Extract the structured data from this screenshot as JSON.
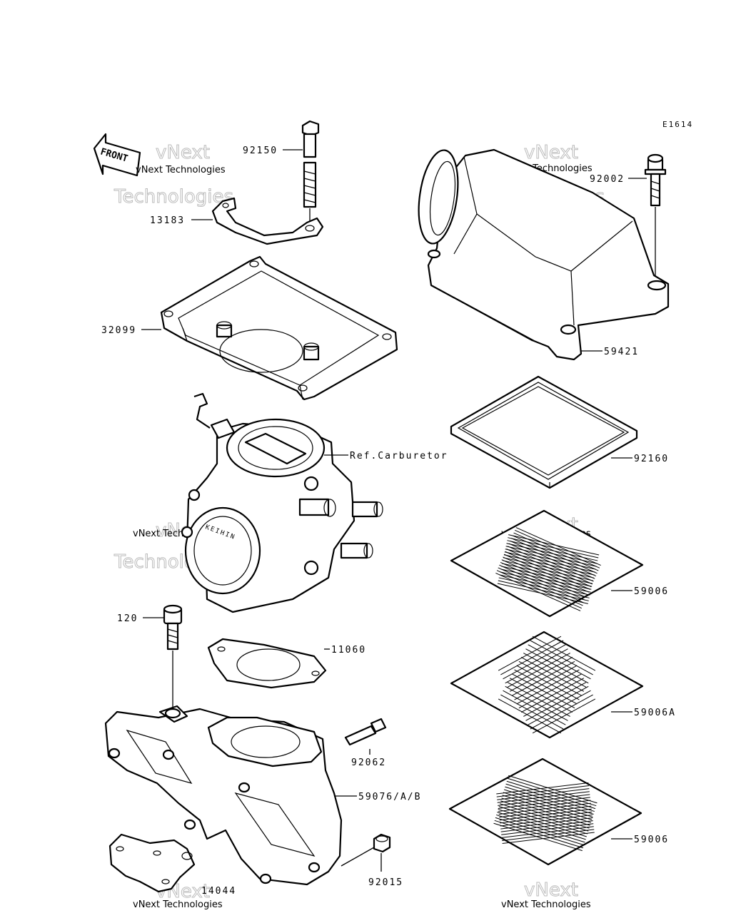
{
  "diagram_code": "E1614",
  "front_arrow_label": "FRONT",
  "parts": {
    "bolt_top": "92150",
    "bracket": "13183",
    "base_plate": "32099",
    "carburetor_ref": "Ref.Carburetor",
    "bolt_small": "120",
    "gasket": "11060",
    "fitting": "92062",
    "manifold": "59076/A/B",
    "nut": "92015",
    "bracket_lower": "14044",
    "bolt_right": "92002",
    "air_box_cover": "59421",
    "seal": "92160",
    "screen_upper": "59006",
    "screen_middle": "59006A",
    "screen_lower": "59006"
  },
  "watermark": {
    "line1": "vNext",
    "line2": "Technologies",
    "caption": "vNext Technologies"
  },
  "colors": {
    "line": "#000000",
    "watermark": "#bbbbbb",
    "background": "#ffffff"
  }
}
